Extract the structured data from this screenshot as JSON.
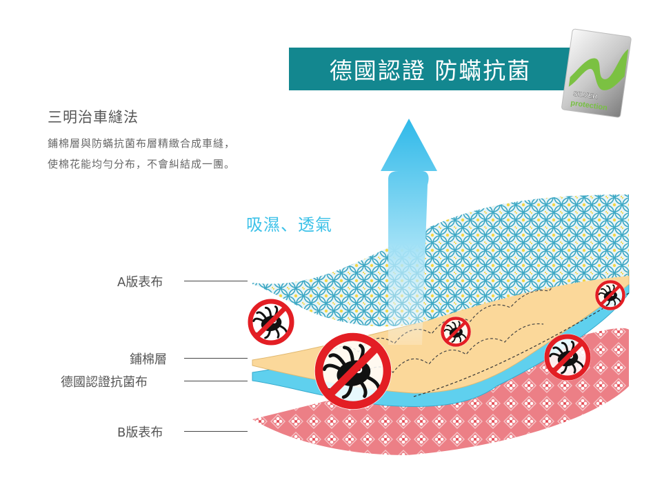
{
  "banner": {
    "text": "德國認證 防蟎抗菌"
  },
  "badge": {
    "brand_line1": "SILVER",
    "brand_line2": "protection"
  },
  "method": {
    "title": "三明治車縫法",
    "lines": [
      "鋪棉層與防蟎抗菌布層精緻合成車縫，",
      "使棉花能均勻分布，不會糾結成一團。"
    ]
  },
  "airflow": {
    "text": "吸濕、透氣"
  },
  "labels": {
    "layer_a": "A版表布",
    "padding": "鋪棉層",
    "antibacterial": "德國認證抗菌布",
    "layer_b": "B版表布"
  },
  "colors": {
    "banner": "#13878f",
    "arrow": "#46c4ec",
    "padding": "#fbd89a",
    "antibacterial": "#5fd0ee",
    "layer_b": "#ec7f86",
    "forbidden": "#e31e24"
  },
  "icons": [
    "no-mite-icon",
    "up-arrow-icon",
    "silver-protection-logo"
  ]
}
